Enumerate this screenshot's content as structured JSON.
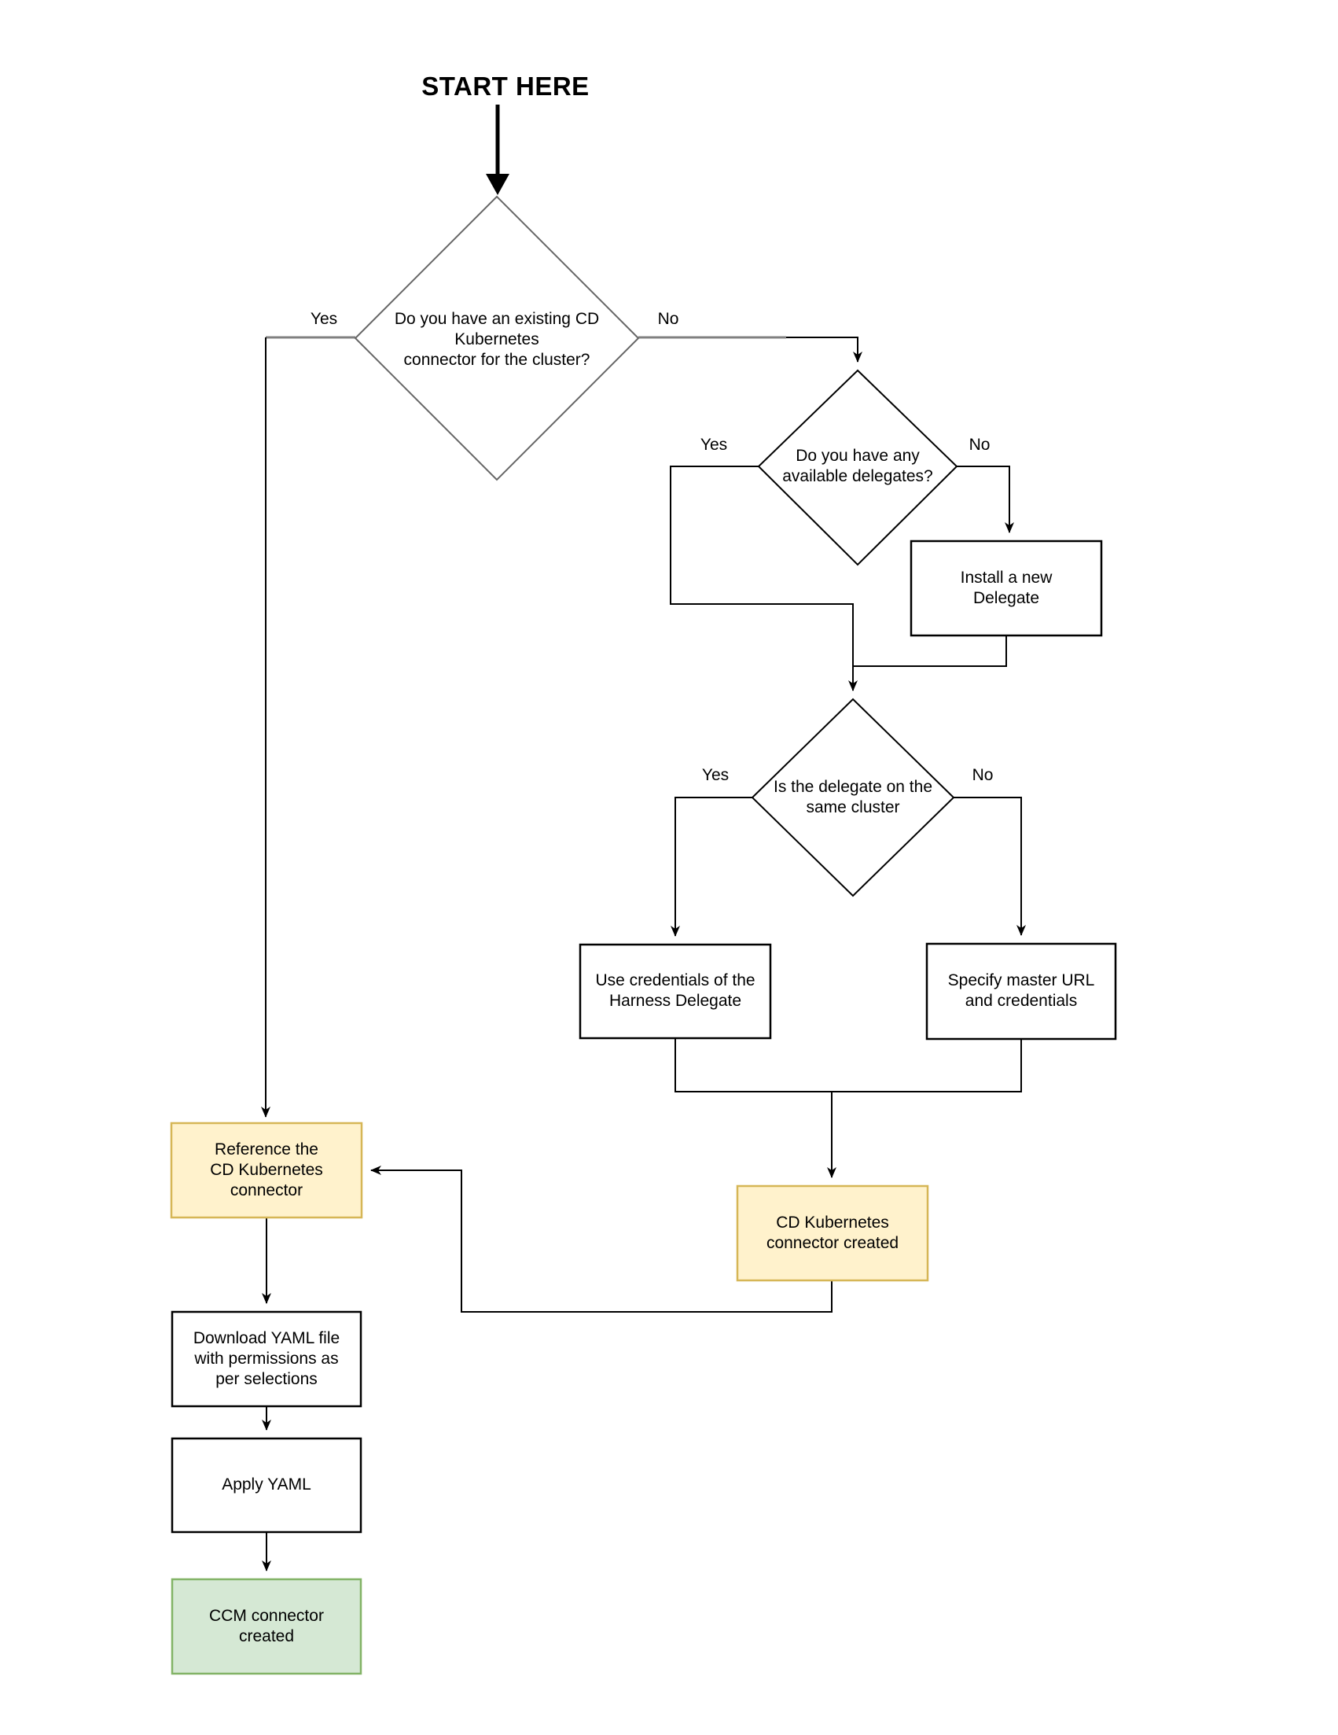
{
  "title": "START HERE",
  "edges": {
    "yes1": "Yes",
    "no1": "No",
    "yes2": "Yes",
    "no2": "No",
    "yes3": "Yes",
    "no3": "No"
  },
  "nodes": {
    "decision_existing_connector": {
      "lines": [
        "Do you have an existing CD",
        "Kubernetes",
        "connector for the cluster?"
      ]
    },
    "decision_available_delegates": {
      "lines": [
        "Do you have any",
        "available delegates?"
      ]
    },
    "install_delegate": {
      "lines": [
        "Install a new",
        "Delegate"
      ]
    },
    "decision_same_cluster": {
      "lines": [
        "Is the delegate on the",
        "same cluster"
      ]
    },
    "use_credentials": {
      "lines": [
        "Use credentials of the",
        "Harness Delegate"
      ]
    },
    "specify_master_url": {
      "lines": [
        "Specify master URL",
        "and credentials"
      ]
    },
    "reference_connector": {
      "lines": [
        "Reference the",
        "CD Kubernetes",
        "connector"
      ]
    },
    "cd_connector_created": {
      "lines": [
        "CD Kubernetes",
        "connector created"
      ]
    },
    "download_yaml": {
      "lines": [
        "Download YAML file",
        "with permissions as",
        "per selections"
      ]
    },
    "apply_yaml": {
      "lines": [
        "Apply YAML"
      ]
    },
    "ccm_connector_created": {
      "lines": [
        "CCM connector",
        "created"
      ]
    }
  },
  "colors": {
    "line": "#000000",
    "decision1_stroke": "#666666",
    "gray_stub": "#808080",
    "highlight_fill": "#fff2cc",
    "highlight_border": "#d6b656",
    "success_fill": "#d5e8d4",
    "success_border": "#82b366"
  }
}
